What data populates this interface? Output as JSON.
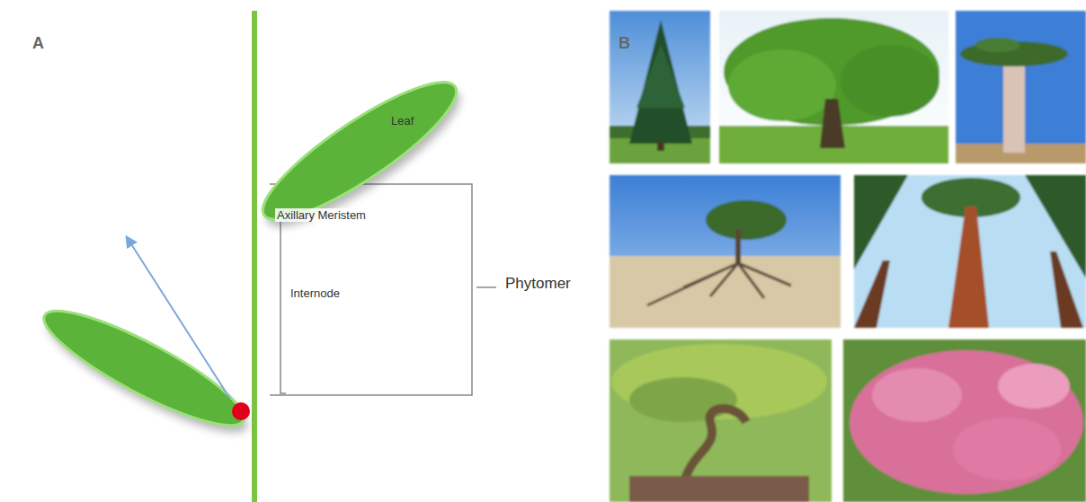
{
  "diagram": {
    "nodes": [
      {
        "text": [
          "Leaf"
        ]
      }
    ],
    "labels": [
      "A",
      "Axillary Meristem",
      "Internode",
      "Phytomer",
      "B"
    ]
  }
}
